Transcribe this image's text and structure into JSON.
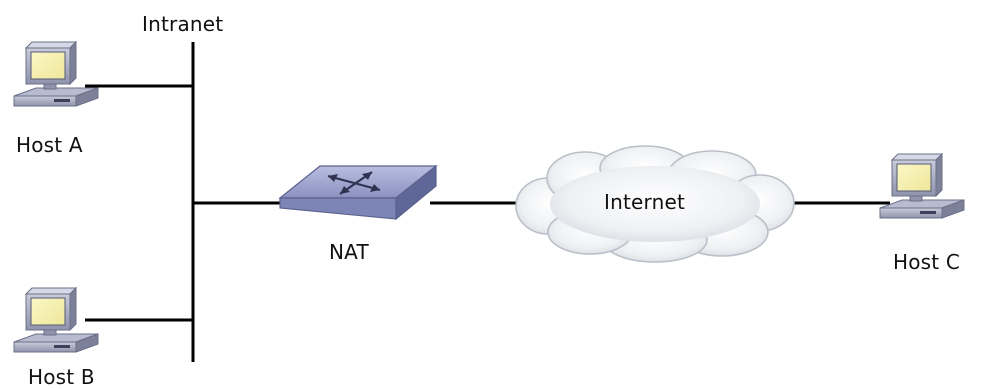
{
  "diagram": {
    "intranet_label": "Intranet",
    "internet_label": "Internet",
    "nat_label": "NAT",
    "hosts": {
      "a": "Host A",
      "b": "Host B",
      "c": "Host C"
    }
  }
}
